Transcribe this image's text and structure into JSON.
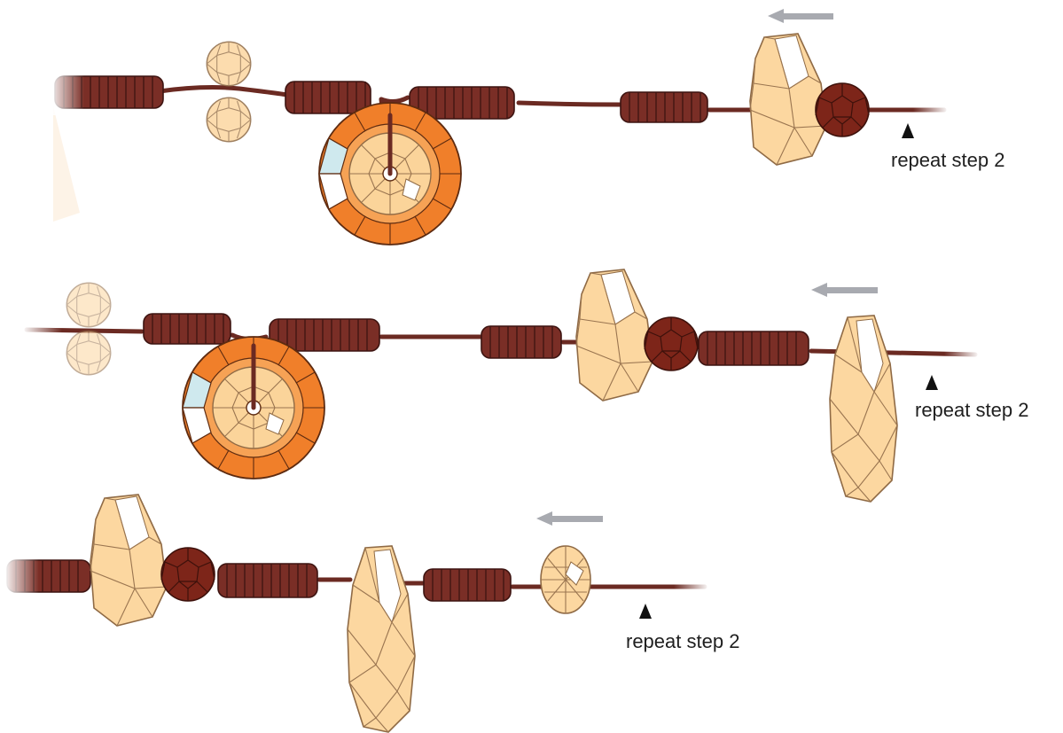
{
  "rows": [
    {
      "instruction": "repeat step 2"
    },
    {
      "instruction": "repeat step 2"
    },
    {
      "instruction": "repeat step 2"
    }
  ],
  "colors": {
    "cord": "#6b2a22",
    "coil": "#7a2e26",
    "gem": "#fcd7a0",
    "dark_bead": "#7d2519",
    "ring": "#f07f2a",
    "arrow": "#a8aab0"
  },
  "icons": [
    "arrow-left-icon",
    "pointer-triangle-icon"
  ]
}
